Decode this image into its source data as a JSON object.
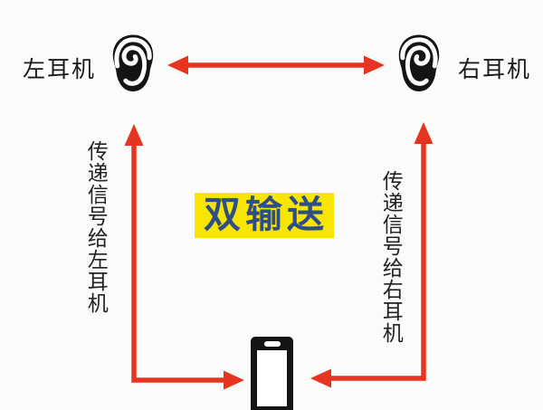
{
  "labels": {
    "left_earphone": "左耳机",
    "right_earphone": "右耳机",
    "dual_transmission": "双输送",
    "signal_to_left": "传递信号给左耳机",
    "signal_to_right": "传递信号给右耳机"
  },
  "icons": {
    "left_ear": "ear-icon",
    "right_ear": "ear-icon-mirrored",
    "phone": "smartphone-icon"
  },
  "arrows": [
    {
      "name": "ear-to-ear-arrow",
      "type": "double-headed-horizontal",
      "from": "left-earphone",
      "to": "right-earphone"
    },
    {
      "name": "phone-to-left-ear-arrow",
      "type": "double-headed-L",
      "from": "phone",
      "to": "left-earphone"
    },
    {
      "name": "phone-to-right-ear-arrow",
      "type": "double-headed-L",
      "from": "phone",
      "to": "right-earphone"
    }
  ],
  "colors": {
    "arrow_red": "#e63420",
    "highlight_yellow": "#f8e600",
    "highlight_navy": "#2d4f85",
    "ink_black": "#141414",
    "background": "#fbfbf9"
  }
}
